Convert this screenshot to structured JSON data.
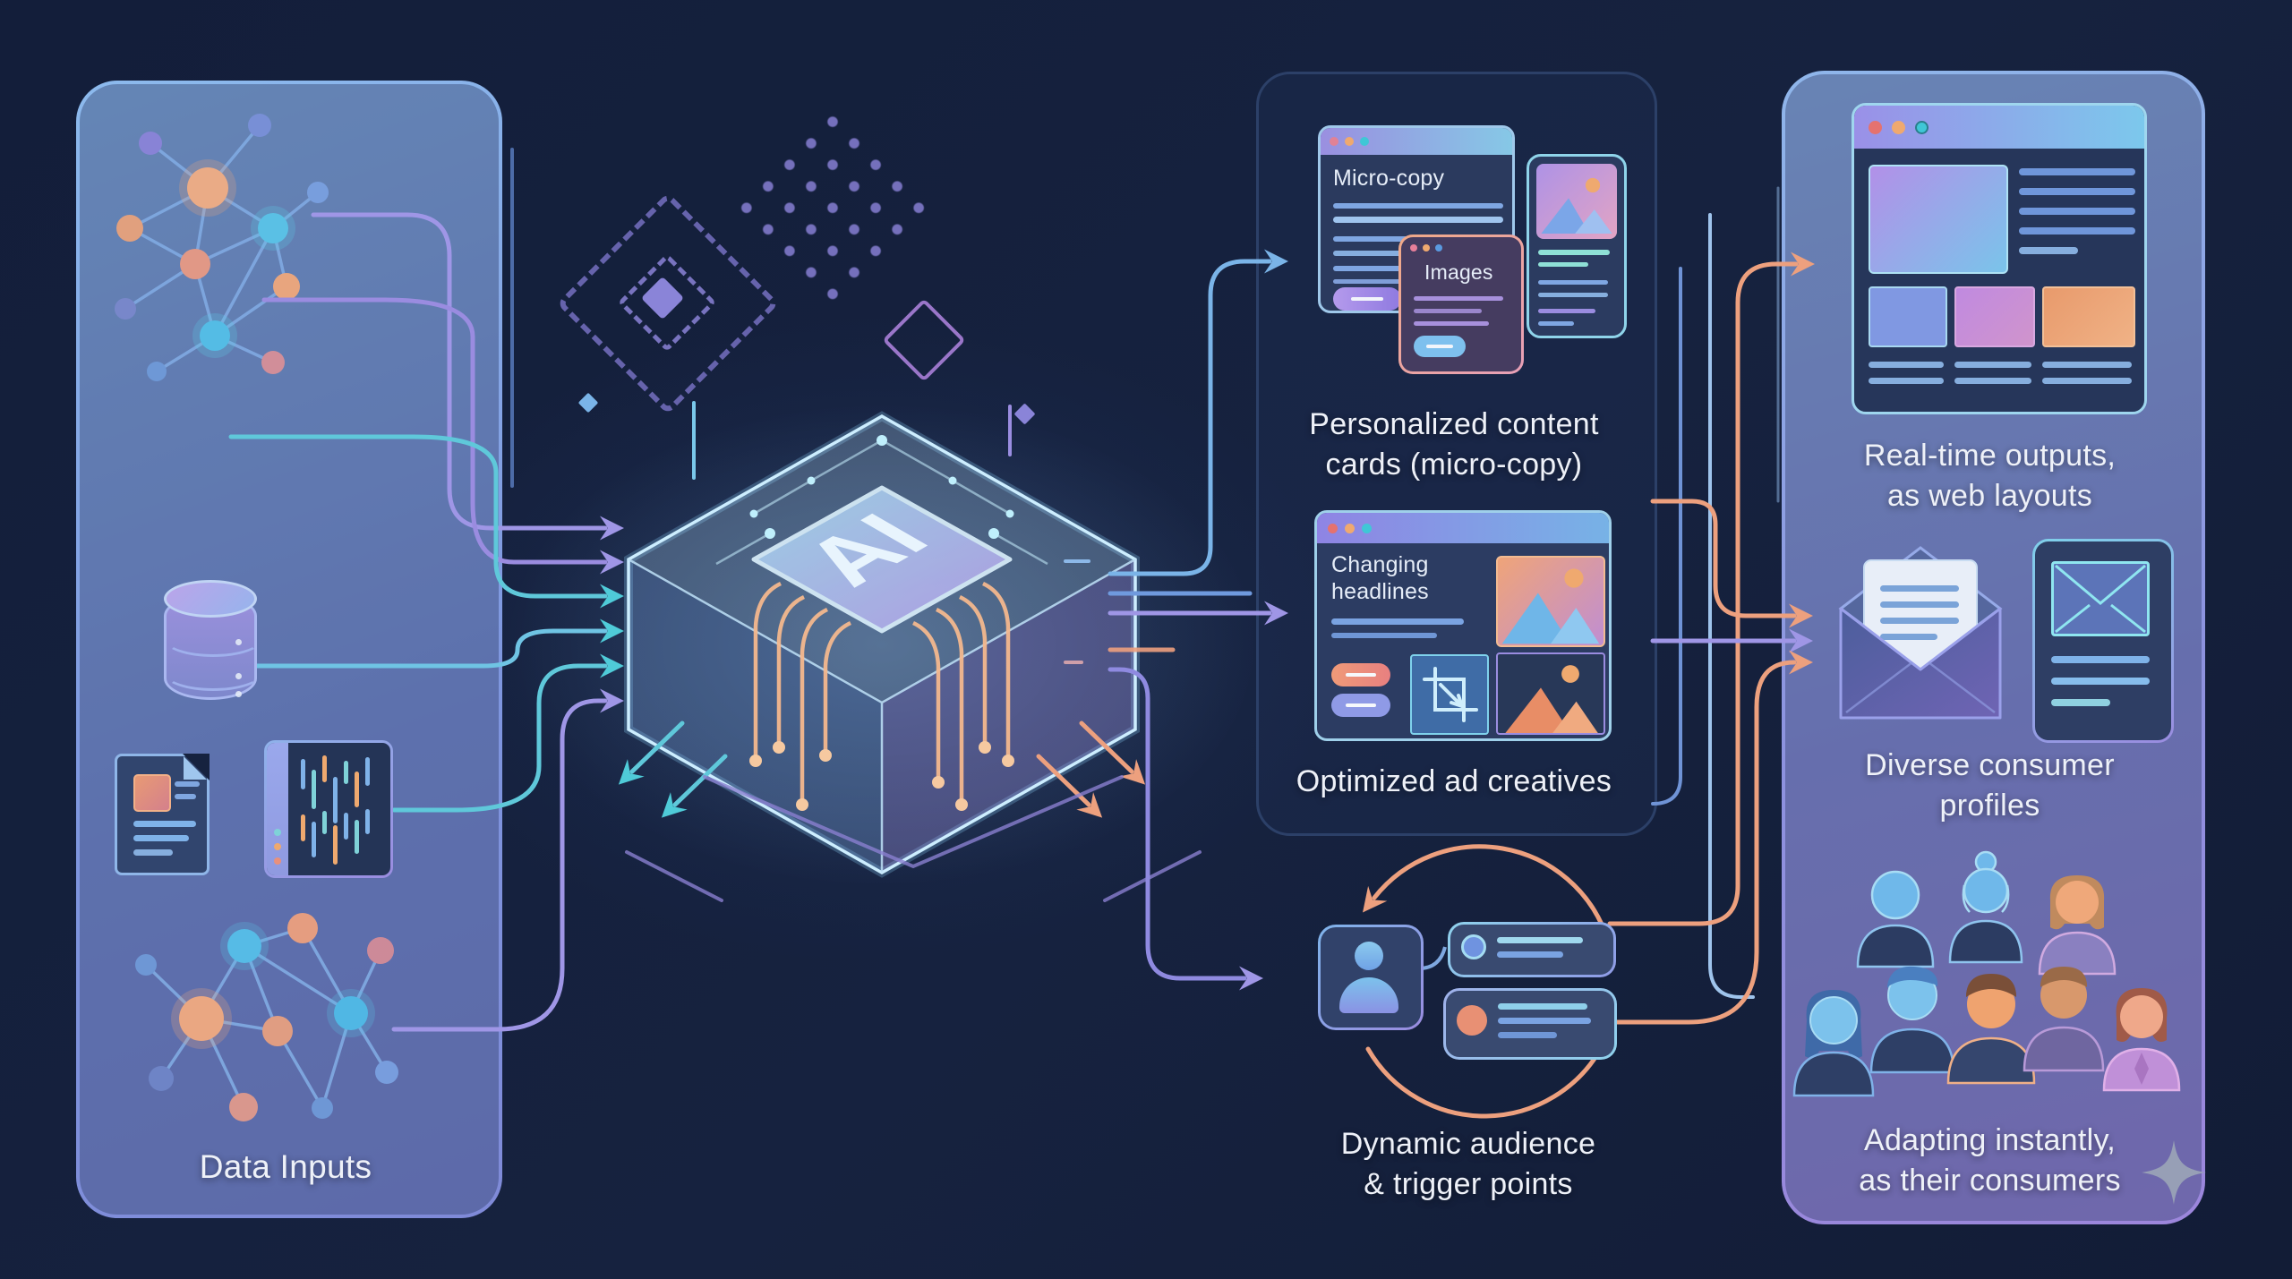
{
  "palette": {
    "background": "#16223f",
    "accent_blue": "#7ab4e8",
    "accent_teal": "#3fc7d6",
    "accent_purple": "#9a8ce0",
    "accent_orange": "#efa96f",
    "caption_text": "#eef1f8"
  },
  "left_panel": {
    "label": "Data Inputs"
  },
  "chip": {
    "label": "AI"
  },
  "middle_column": {
    "personalized": {
      "window_title": "Micro-copy",
      "images_title": "Images",
      "caption_line1": "Personalized content",
      "caption_line2": "cards (micro-copy)"
    },
    "optimized": {
      "window_title": "Changing headlines",
      "caption": "Optimized ad creatives"
    },
    "dynamic": {
      "caption_line1": "Dynamic audience",
      "caption_line2": "& trigger points"
    }
  },
  "right_column": {
    "realtime": {
      "caption_line1": "Real-time outputs,",
      "caption_line2": "as web layouts"
    },
    "profiles": {
      "caption_line1": "Diverse consumer",
      "caption_line2": "profiles"
    },
    "adapting": {
      "caption_line1": "Adapting instantly,",
      "caption_line2": "as their consumers"
    }
  }
}
